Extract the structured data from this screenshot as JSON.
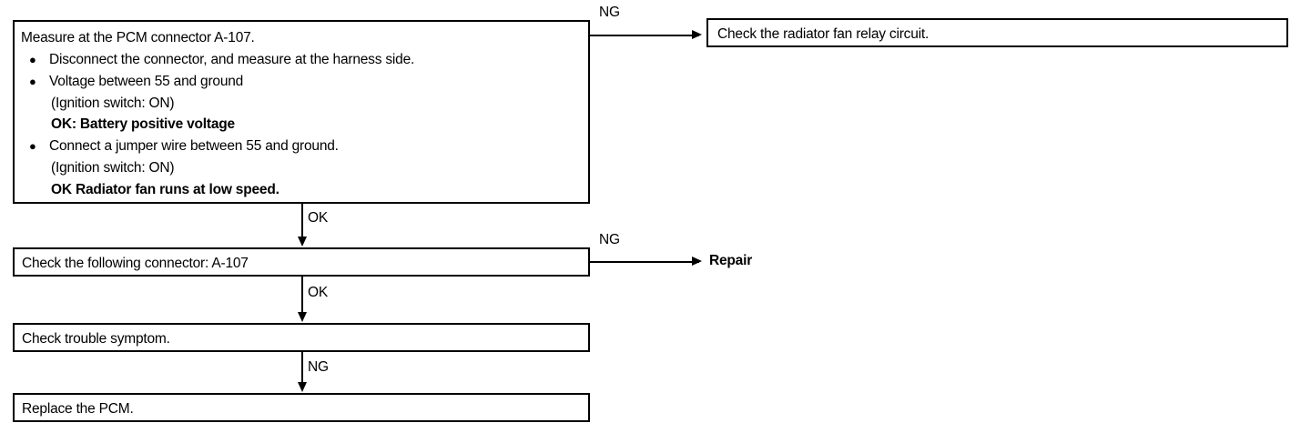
{
  "diagram": {
    "title": "Radiator fan circuit troubleshooting flowchart",
    "colors": {
      "ink": "#000000",
      "paper": "#ffffff"
    },
    "nodes": {
      "measure_pcm": {
        "id": "measure-pcm-connector",
        "lines": [
          {
            "text": "Measure at the PCM connector A-107.",
            "bullet": false,
            "bold": false
          },
          {
            "text": "Disconnect the connector, and measure at the harness side.",
            "bullet": true,
            "bold": false
          },
          {
            "text": "Voltage between 55 and ground",
            "bullet": true,
            "bold": false
          },
          {
            "text": "(Ignition switch: ON)",
            "bullet": false,
            "bold": false
          },
          {
            "text": "OK:   Battery positive voltage",
            "bullet": false,
            "bold": false
          },
          {
            "text": "Connect a jumper wire between 55 and ground.",
            "bullet": true,
            "bold": false
          },
          {
            "text": "(Ignition switch: ON)",
            "bullet": false,
            "bold": false
          },
          {
            "text": "OK    Radiator fan runs at low speed.",
            "bullet": false,
            "bold": false
          }
        ],
        "bullet_glyph": "●"
      },
      "relay_circuit": {
        "id": "check-radiator-fan-relay-circuit",
        "text": "Check the radiator fan relay circuit."
      },
      "following_connector": {
        "id": "check-following-connector",
        "text_bold": "Check the following connector:",
        "text_plain": " A-107"
      },
      "trouble_symptom": {
        "id": "check-trouble-symptom",
        "text": "Check trouble symptom."
      },
      "replace_pcm": {
        "id": "replace-the-pcm",
        "text": "Replace the PCM."
      },
      "repair": {
        "id": "repair",
        "text": "Repair"
      }
    },
    "edges": [
      {
        "id": "measure-to-relay",
        "label": "NG",
        "from": "measure_pcm",
        "to": "relay_circuit"
      },
      {
        "id": "measure-to-connector",
        "label": "OK",
        "from": "measure_pcm",
        "to": "following_connector"
      },
      {
        "id": "connector-to-repair",
        "label": "NG",
        "from": "following_connector",
        "to": "repair"
      },
      {
        "id": "connector-to-symptom",
        "label": "OK",
        "from": "following_connector",
        "to": "trouble_symptom"
      },
      {
        "id": "symptom-to-replace",
        "label": "NG",
        "from": "trouble_symptom",
        "to": "replace_pcm"
      }
    ]
  }
}
